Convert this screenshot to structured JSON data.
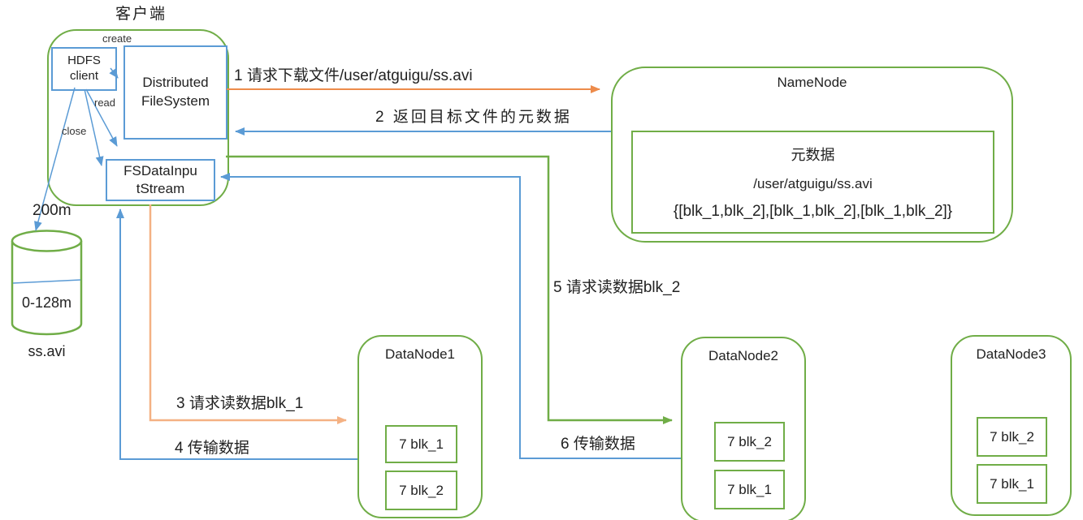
{
  "client": {
    "title": "客户端",
    "hdfs_line1": "HDFS",
    "hdfs_line2": "client",
    "dfs_line1": "Distributed",
    "dfs_line2": "FileSystem",
    "fsdis_line1": "FSDataInpu",
    "fsdis_line2": "tStream",
    "create_label": "create",
    "read_label": "read",
    "close_label": "close"
  },
  "file": {
    "size_label": "200m",
    "range_label": "0-128m",
    "name": "ss.avi"
  },
  "namenode": {
    "title": "NameNode",
    "meta_title": "元数据",
    "meta_path": "/user/atguigu/ss.avi",
    "meta_blocks": "{[blk_1,blk_2],[blk_1,blk_2],[blk_1,blk_2]}"
  },
  "datanodes": [
    {
      "title": "DataNode1",
      "blocks": [
        "7 blk_1",
        "7 blk_2"
      ]
    },
    {
      "title": "DataNode2",
      "blocks": [
        "7 blk_2",
        "7 blk_1"
      ]
    },
    {
      "title": "DataNode3",
      "blocks": [
        "7 blk_2",
        "7 blk_1"
      ]
    }
  ],
  "steps": {
    "step1": "1 请求下载文件/user/atguigu/ss.avi",
    "step2": "2 返回目标文件的元数据",
    "step3": "3 请求读数据blk_1",
    "step4": "4 传输数据",
    "step5": "5 请求读数据blk_2",
    "step6": "6 传输数据"
  },
  "colors": {
    "green": "#70AD47",
    "blue": "#5B9BD5",
    "orange": "#ED8B4B",
    "orange_light": "#F4B183"
  }
}
